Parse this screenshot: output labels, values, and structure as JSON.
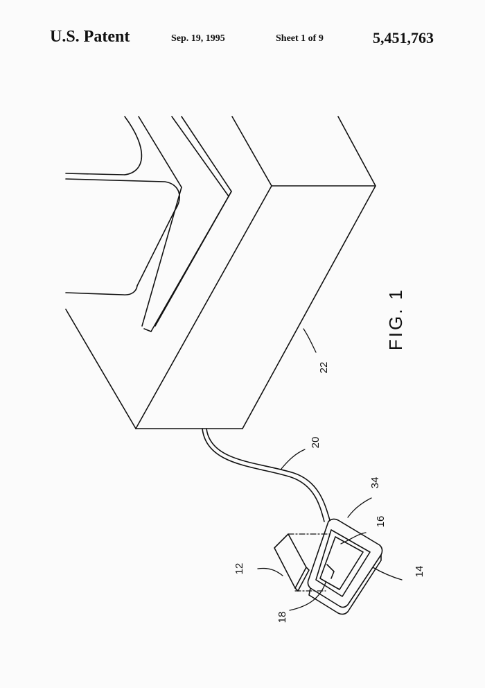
{
  "header": {
    "patent_label": "U.S. Patent",
    "date": "Sep. 19, 1995",
    "sheet": "Sheet 1 of 9",
    "patent_number": "5,451,763"
  },
  "figure": {
    "label": "FIG. 1",
    "references": {
      "ref_12": "12",
      "ref_14": "14",
      "ref_16": "16",
      "ref_18": "18",
      "ref_20": "20",
      "ref_22": "22",
      "ref_34": "34"
    }
  }
}
